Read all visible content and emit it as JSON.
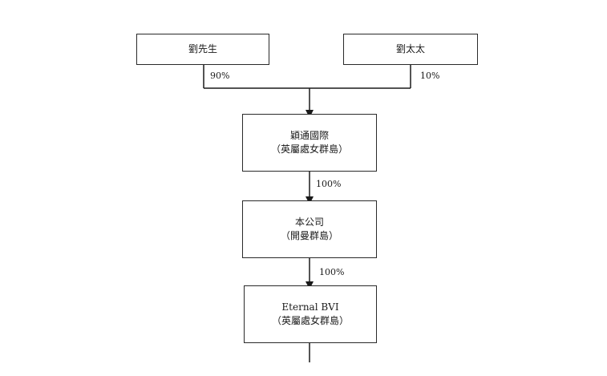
{
  "nodes": {
    "mr_liu": {
      "name": "劉先生"
    },
    "mrs_liu": {
      "name": "劉太太"
    },
    "holding": {
      "name": "穎通國際",
      "jurisdiction": "（英屬處女群島）"
    },
    "company": {
      "name": "本公司",
      "jurisdiction": "（開曼群島）"
    },
    "eternal_bvi": {
      "name": "Eternal BVI",
      "jurisdiction": "（英屬處女群島）"
    }
  },
  "edges": {
    "mr_liu_to_holding": "90%",
    "mrs_liu_to_holding": "10%",
    "holding_to_company": "100%",
    "company_to_eternal_bvi": "100%"
  }
}
